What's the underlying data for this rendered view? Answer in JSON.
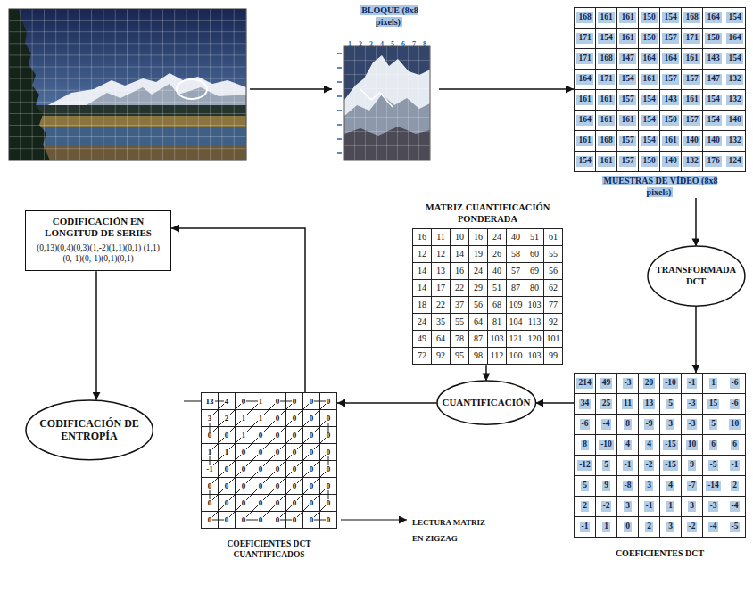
{
  "diagram": {
    "nodes": [
      {
        "text": [
          "BLOQUE (8x8 pixels)"
        ]
      },
      {
        "text": [
          "MUESTRAS DE VÍDEO (8x8 pixels)",
          "168",
          "161",
          "161",
          "150",
          "154",
          "168",
          "164",
          "154",
          "171",
          "154",
          "161",
          "150",
          "157",
          "171",
          "150",
          "164",
          "171",
          "168",
          "147",
          "164",
          "164",
          "161",
          "143",
          "154",
          "164",
          "171",
          "154",
          "161",
          "157",
          "157",
          "147",
          "132",
          "161",
          "161",
          "157",
          "154",
          "143",
          "161",
          "154",
          "132",
          "164",
          "161",
          "161",
          "154",
          "150",
          "157",
          "154",
          "140",
          "161",
          "168",
          "157",
          "154",
          "161",
          "140",
          "140",
          "132",
          "154",
          "161",
          "157",
          "150",
          "140",
          "132",
          "176",
          "124"
        ]
      },
      {
        "text": [
          "TRANSFORMADA DCT"
        ]
      },
      {
        "text": [
          "MATRIZ CUANTIFICACIÓN PONDERADA",
          "16",
          "11",
          "10",
          "16",
          "24",
          "40",
          "51",
          "61",
          "12",
          "12",
          "14",
          "19",
          "26",
          "58",
          "60",
          "55",
          "14",
          "13",
          "16",
          "24",
          "40",
          "57",
          "69",
          "56",
          "14",
          "17",
          "22",
          "29",
          "51",
          "87",
          "80",
          "62",
          "18",
          "22",
          "37",
          "56",
          "68",
          "109",
          "103",
          "77",
          "24",
          "35",
          "55",
          "64",
          "81",
          "104",
          "113",
          "92",
          "49",
          "64",
          "78",
          "87",
          "103",
          "121",
          "120",
          "101",
          "72",
          "92",
          "95",
          "98",
          "112",
          "100",
          "103",
          "99"
        ]
      },
      {
        "text": [
          "COEFICIENTES DCT",
          "214",
          "49",
          "-3",
          "20",
          "-10",
          "-1",
          "1",
          "-6",
          "34",
          "25",
          "11",
          "13",
          "5",
          "-3",
          "15",
          "-6",
          "-6",
          "-4",
          "8",
          "-9",
          "3",
          "-3",
          "5",
          "10",
          "8",
          "-10",
          "4",
          "4",
          "-15",
          "10",
          "6",
          "6",
          "-12",
          "5",
          "-1",
          "-2",
          "-15",
          "9",
          "-5",
          "-1",
          "5",
          "9",
          "-8",
          "3",
          "4",
          "-7",
          "-14",
          "2",
          "2",
          "-2",
          "3",
          "-1",
          "1",
          "3",
          "-3",
          "-4",
          "-1",
          "1",
          "0",
          "2",
          "3",
          "-2",
          "-4",
          "-5"
        ]
      },
      {
        "text": [
          "CUANTIFICACIÓN"
        ]
      },
      {
        "text": [
          "COEFICIENTES DCT CUANTIFICADOS",
          "13",
          "4",
          "0",
          "1",
          "0",
          "0",
          "0",
          "0",
          "3",
          "2",
          "1",
          "1",
          "0",
          "0",
          "0",
          "0",
          "0",
          "0",
          "1",
          "0",
          "0",
          "0",
          "0",
          "0",
          "1",
          "1",
          "0",
          "0",
          "0",
          "0",
          "0",
          "0",
          "-1",
          "0",
          "0",
          "0",
          "0",
          "0",
          "0",
          "0",
          "0",
          "0",
          "0",
          "0",
          "0",
          "0",
          "0",
          "0",
          "0",
          "0",
          "0",
          "0",
          "0",
          "0",
          "0",
          "0",
          "0",
          "0",
          "0",
          "0",
          "0",
          "0",
          "0",
          "0"
        ]
      },
      {
        "text": [
          "CODIFICACIÓN EN LONGITUD DE SERIES",
          "(0,13)(0,4)(0,3)(1,-2)(1,1)(0,1) (1,1)(0,-1)(0,-1)(0,1)(0,1)"
        ]
      },
      {
        "text": [
          "CODIFICACIÓN DE ENTROPÍA"
        ]
      }
    ],
    "edges": [
      {
        "from": 0,
        "to": 1,
        "arrow": "to"
      },
      {
        "from": 1,
        "to": 2,
        "arrow": "to"
      },
      {
        "from": 2,
        "to": 4,
        "arrow": "to"
      },
      {
        "from": 4,
        "to": 5,
        "arrow": "to"
      },
      {
        "from": 3,
        "to": 5,
        "arrow": "to"
      },
      {
        "from": 5,
        "to": 6,
        "arrow": "to"
      },
      {
        "from": 6,
        "to": 7,
        "arrow": "to"
      },
      {
        "from": 7,
        "to": 8,
        "arrow": "to"
      }
    ],
    "labels": [
      "1",
      "2",
      "3",
      "4",
      "5",
      "6",
      "7",
      "8",
      "LECTURA MATRIZ EN ZIGZAG"
    ]
  }
}
